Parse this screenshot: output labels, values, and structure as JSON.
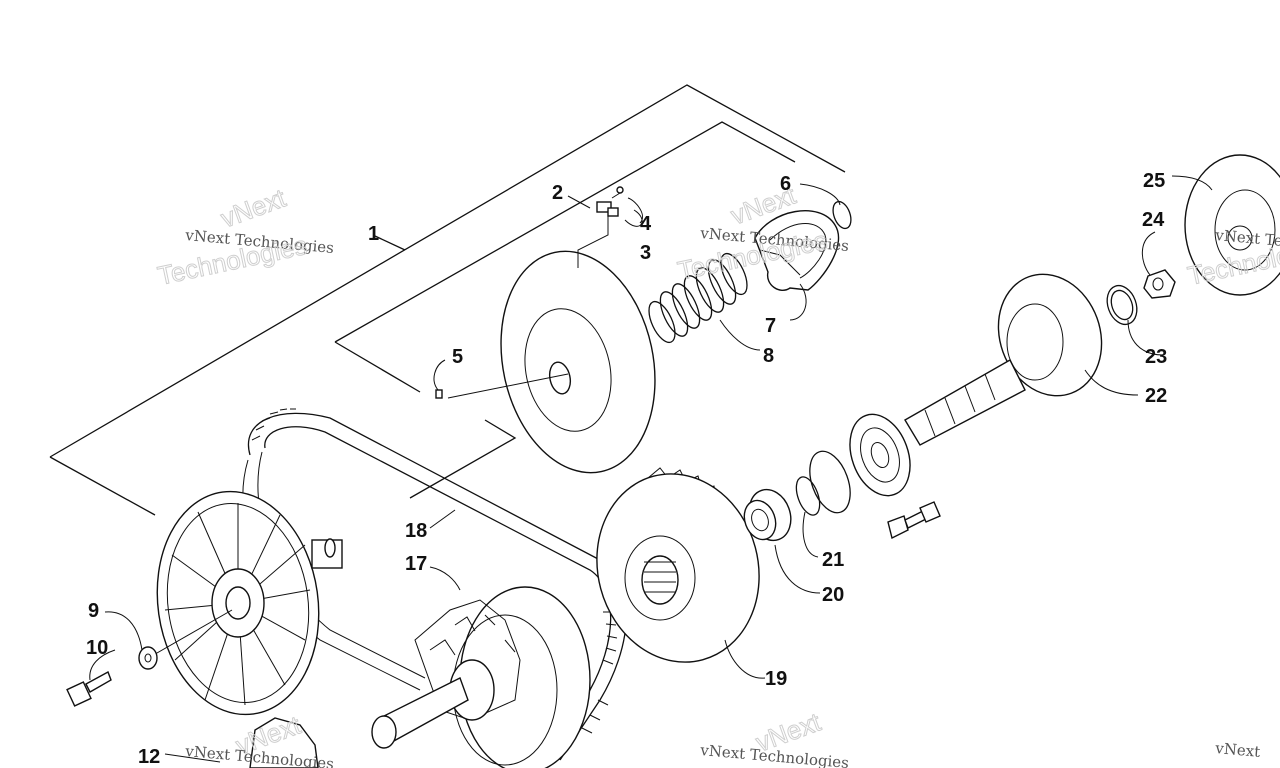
{
  "diagram": {
    "part_labels": [
      "1",
      "2",
      "3",
      "4",
      "5",
      "6",
      "7",
      "8",
      "9",
      "10",
      "12",
      "17",
      "18",
      "19",
      "20",
      "21",
      "22",
      "23",
      "24",
      "25"
    ],
    "watermark": {
      "brand": "vNext",
      "company_line": "vNext Technologies",
      "word": "Technologies"
    }
  }
}
